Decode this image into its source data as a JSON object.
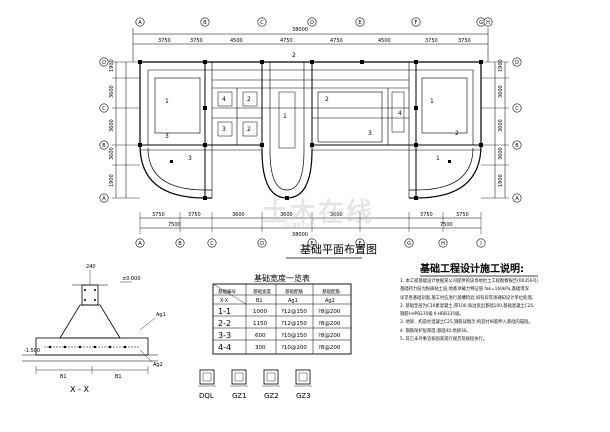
{
  "plan": {
    "title": "基础平面布置图",
    "overall_top": "38000",
    "overall_bottom": "38000",
    "top_dims": [
      "3750",
      "3750",
      "4500",
      "4750",
      "4750",
      "4500",
      "3750",
      "3750"
    ],
    "bottom_dims": [
      "3750",
      "3750",
      "3600",
      "3600",
      "3600",
      "3750",
      "3750"
    ],
    "bottom_overall_left": "7500",
    "bottom_overall_right": "7500",
    "left_dims": [
      "1900",
      "3600",
      "3600",
      "3600",
      "1900"
    ],
    "right_dims": [
      "1900",
      "3600",
      "3600",
      "3600",
      "1900"
    ],
    "axis_row_top": [
      "A",
      "B",
      "C",
      "D",
      "E",
      "F",
      "G",
      "H"
    ],
    "axis_row_bottom": [
      "A",
      "B",
      "C",
      "D",
      "E",
      "F",
      "G",
      "H",
      "I"
    ],
    "axis_col_left": [
      "D",
      "C",
      "B",
      "A"
    ],
    "axis_col_right": [
      "D",
      "C",
      "B",
      "A"
    ],
    "footing_tags": [
      "1",
      "2",
      "3",
      "4",
      "2",
      "3",
      "2",
      "1",
      "2",
      "3",
      "4",
      "1",
      "2",
      "3",
      "1"
    ]
  },
  "table": {
    "title": "基础宽度一览表",
    "headers": [
      "基础编号",
      "基础宽度",
      "基础配筋",
      "基础配筋"
    ],
    "subheaders": [
      "X-X",
      "B1",
      "Ag1",
      "Ag2"
    ],
    "rows": [
      {
        "id": "1-1",
        "b": "1000",
        "ag1": "?12@150",
        "ag2": "?8@200"
      },
      {
        "id": "2-2",
        "b": "1150",
        "ag1": "?12@150",
        "ag2": "?8@200"
      },
      {
        "id": "3-3",
        "b": "600",
        "ag1": "?10@150",
        "ag2": "?8@200"
      },
      {
        "id": "4-4",
        "b": "300",
        "ag1": "?10@200",
        "ag2": "?8@200"
      }
    ]
  },
  "section": {
    "label": "X - X",
    "dims": [
      "B1",
      "B1"
    ],
    "elev_top": "±0.000",
    "elev_bottom": "-1.500",
    "rebar_top": "Ag1",
    "rebar_bottom": "Ag2",
    "dim_small": "240"
  },
  "details": {
    "labels": [
      "DQL",
      "GZ1",
      "GZ2",
      "GZ3"
    ]
  },
  "notes": {
    "title": "基础工程设计施工说明:",
    "lines": [
      "1. 本工程基础设计依据某公司提供的该场地岩土工程勘察报告(00356号)",
      "   基础持力层为粉质粘土层,地基承载力特征值 fak=160kPa,基础埋深",
      "   详见各基础剖面,施工时应进行基槽检验,如有异常须通知设计单位处理。",
      "2. 基础垫层为C10素混凝土,厚100,每边宽出基础100,基础混凝土C25,",
      "   钢筋Ⅰ-HPB235级 Ⅱ-HRB335级。",
      "3. 地梁、构造柱混凝土C25,钢筋详图示,构造柱纵筋伸入基础内锚固。",
      "4. 钢筋保护层厚度:基础40,地梁30。",
      "5. 其它未尽事宜按国家现行规范及规程执行。"
    ]
  },
  "watermark": {
    "text": "土木在线",
    "url": "co188.com"
  },
  "colors": {
    "line": "#000000",
    "background": "#ffffff"
  }
}
